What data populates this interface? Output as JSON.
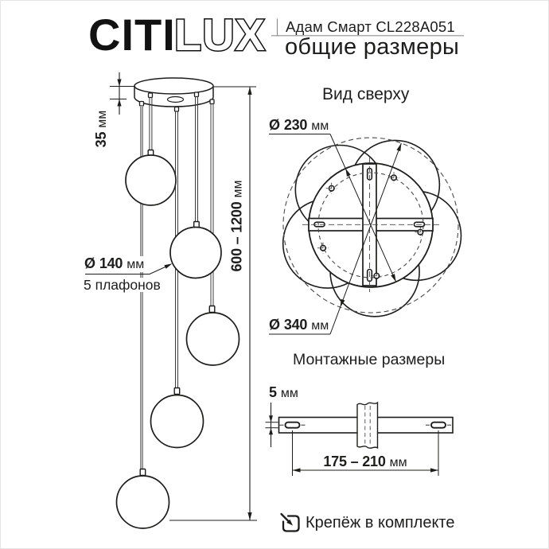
{
  "header": {
    "brand_citi": "CITI",
    "brand_lux": "LUX",
    "model": "Адам Смарт CL228A051",
    "subtitle": "общие размеры"
  },
  "pendant_view": {
    "dim_canopy_height": {
      "value": "35",
      "unit": "мм"
    },
    "dim_total_height": {
      "value": "600 – 1200",
      "unit": "мм"
    },
    "dim_shade_diameter": {
      "prefix": "Ø",
      "value": "140",
      "unit": "мм"
    },
    "shade_count_note": "5 плафонов"
  },
  "top_view": {
    "heading": "Вид сверху",
    "dim_canopy_diameter": {
      "prefix": "Ø",
      "value": "230",
      "unit": "мм"
    },
    "dim_overall_diameter": {
      "prefix": "Ø",
      "value": "340",
      "unit": "мм"
    }
  },
  "mounting_view": {
    "heading": "Монтажные размеры",
    "dim_slot_height": {
      "value": "5",
      "unit": "мм"
    },
    "dim_mount_span": {
      "value": "175 – 210",
      "unit": "мм"
    }
  },
  "footer": {
    "icon": "box-arrow-in-icon",
    "note": "Крепёж в комплекте"
  },
  "colors": {
    "line": "#1d1d1b",
    "dashed_line": "#4a4a4a",
    "cord_gray": "#b0b0b0",
    "rule_gray": "#8f8f8f"
  }
}
